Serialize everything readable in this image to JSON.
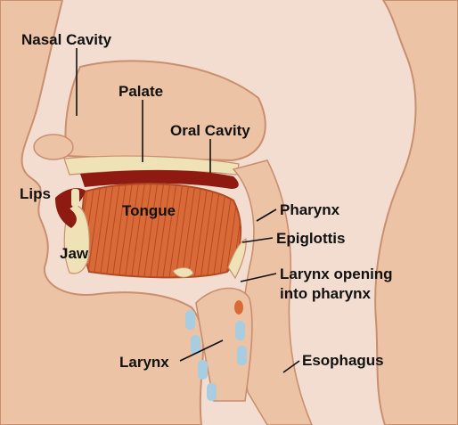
{
  "labels": {
    "nasal_cavity": "Nasal Cavity",
    "palate": "Palate",
    "oral_cavity": "Oral Cavity",
    "lips": "Lips",
    "tongue": "Tongue",
    "jaw": "Jaw",
    "pharynx": "Pharynx",
    "epiglottis": "Epiglottis",
    "larynx_opening_line1": "Larynx opening",
    "larynx_opening_line2": "into pharynx",
    "larynx": "Larynx",
    "esophagus": "Esophagus"
  },
  "colors": {
    "background": "#f2ddd0",
    "skin": "#ecc3a5",
    "skin_edge": "#c98f6e",
    "tongue": "#d96a38",
    "tongue_lines": "#b34a22",
    "oral_roof": "#8e1a12",
    "bone": "#efe2b6",
    "cartilage": "#a8cde0",
    "text": "#111111"
  }
}
